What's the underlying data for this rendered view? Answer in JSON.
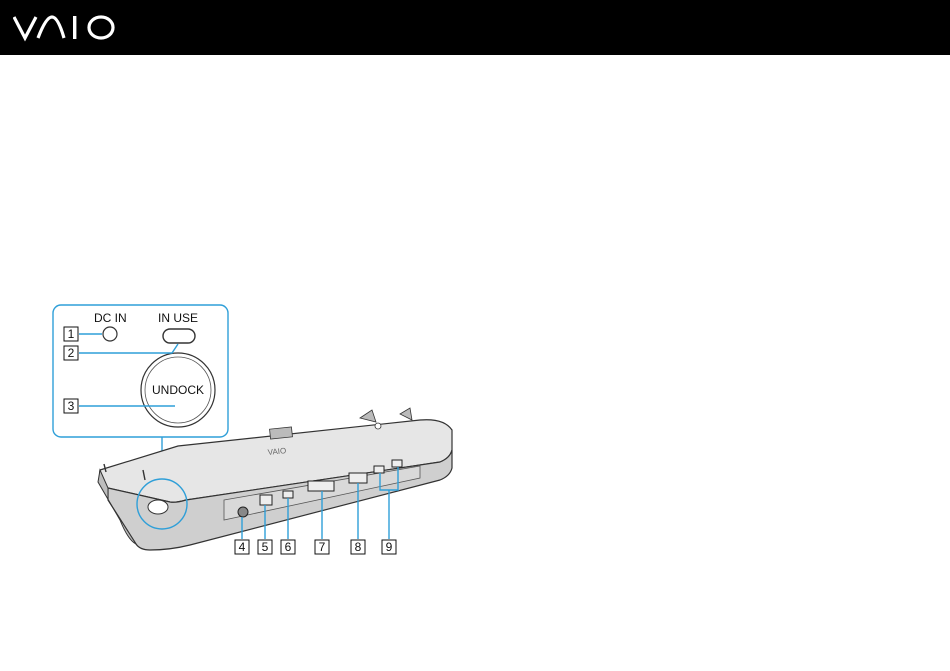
{
  "header": {
    "brand": "VAIO",
    "background": "#000000"
  },
  "figure": {
    "inset_labels": {
      "dc_in": "DC IN",
      "in_use": "IN USE",
      "undock": "UNDOCK"
    },
    "callouts": [
      "1",
      "2",
      "3",
      "4",
      "5",
      "6",
      "7",
      "8",
      "9"
    ]
  }
}
